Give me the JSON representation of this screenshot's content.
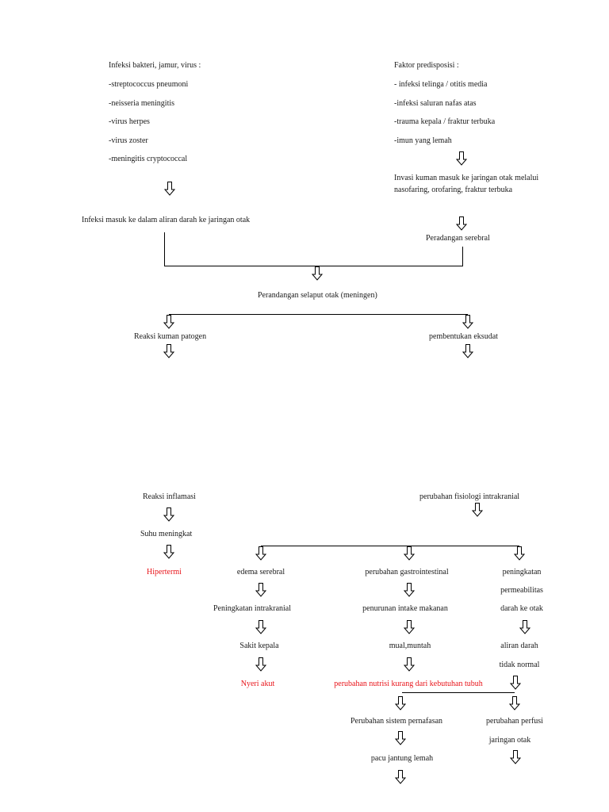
{
  "colors": {
    "text": "#1a1a1a",
    "diagnosis": "#e8141a",
    "line": "#000000"
  },
  "left_causes": {
    "heading": "Infeksi bakteri, jamur, virus :",
    "items": [
      "-streptococcus pneumoni",
      "-neisseria meningitis",
      "-virus herpes",
      "-virus zoster",
      "-meningitis cryptococcal"
    ]
  },
  "right_causes": {
    "heading": "Faktor predisposisi :",
    "items": [
      "- infeksi telinga / otitis media",
      "-infeksi saluran nafas atas",
      "-trauma kepala / fraktur terbuka",
      "-imun yang lemah"
    ]
  },
  "invasion": "Invasi kuman masuk ke jaringan otak melalui nasofaring, orofaring, fraktur terbuka",
  "blood_infection": "Infeksi masuk ke dalam aliran darah ke jaringan otak",
  "cerebral_inflammation": "Peradangan serebral",
  "meningitis": "Perandangan selaput otak (meningen)",
  "pathogen_reaction": "Reaksi kuman patogen",
  "exudate": "pembentukan eksudat",
  "inflammation": "Reaksi inflamasi",
  "temperature": "Suhu meningkat",
  "hyperthermia": "Hipertermi",
  "intracranial_change": "perubahan fisiologi intrakranial",
  "edema": "edema serebral",
  "intracranial_increase": "Peningkatan intrakranial",
  "headache": "Sakit kepala",
  "acute_pain": "Nyeri akut",
  "gi_change": "perubahan gastrointestinal",
  "intake_decrease": "penurunan intake makanan",
  "nausea": "mual,muntah",
  "nutrition": "perubahan nutrisi kurang dari kebutuhan tubuh",
  "permeability": {
    "line1": "peningkatan",
    "line2": "permeabilitas",
    "line3": "darah ke otak"
  },
  "blood_flow": {
    "line1": "aliran darah",
    "line2": "tidak normal"
  },
  "respiration": "Perubahan sistem pernafasan",
  "heart": "pacu jantung lemah",
  "perfusion": {
    "line1": "perubahan perfusi",
    "line2": "jaringan otak"
  },
  "arrow_icon": "down-arrow-icon"
}
